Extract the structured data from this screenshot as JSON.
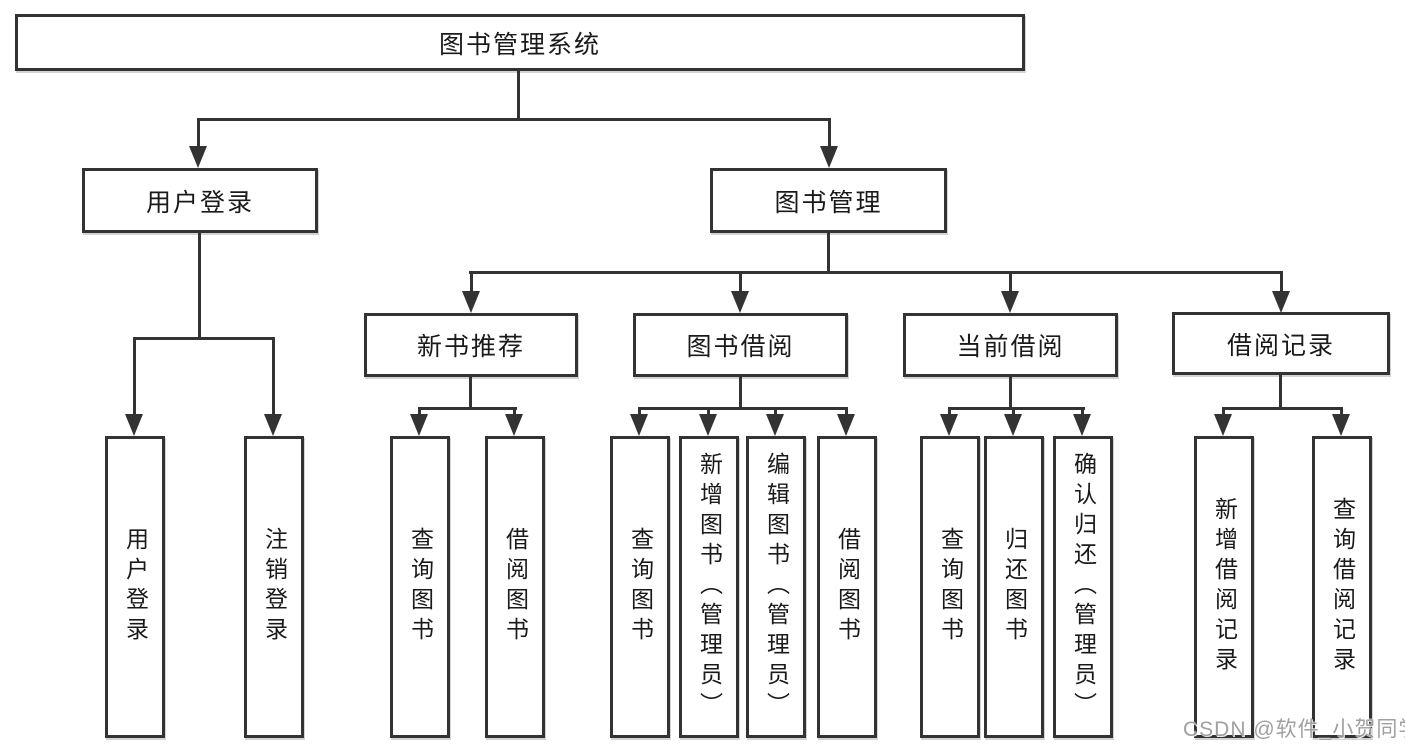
{
  "diagram": {
    "type": "hierarchy",
    "tree": {
      "label": "图书管理系统",
      "children": [
        {
          "label": "用户登录",
          "children": [
            {
              "label": "用户登录"
            },
            {
              "label": "注销登录"
            }
          ]
        },
        {
          "label": "图书管理",
          "children": [
            {
              "label": "新书推荐",
              "children": [
                {
                  "label": "查询图书"
                },
                {
                  "label": "借阅图书"
                }
              ]
            },
            {
              "label": "图书借阅",
              "children": [
                {
                  "label": "查询图书"
                },
                {
                  "label": "新增图书（管理员）"
                },
                {
                  "label": "编辑图书（管理员）"
                },
                {
                  "label": "借阅图书"
                }
              ]
            },
            {
              "label": "当前借阅",
              "children": [
                {
                  "label": "查询图书"
                },
                {
                  "label": "归还图书"
                },
                {
                  "label": "确认归还（管理员）"
                }
              ]
            },
            {
              "label": "借阅记录",
              "children": [
                {
                  "label": "新增借阅记录"
                },
                {
                  "label": "查询借阅记录"
                }
              ]
            }
          ]
        }
      ]
    },
    "colors": {
      "line": "#333333",
      "text": "#1a1a1a",
      "box_fill": "#ffffff",
      "background": "#ffffff",
      "watermark": "#9b9b9b"
    }
  },
  "watermark": {
    "text": "CSDN @软件_小贺同学"
  }
}
